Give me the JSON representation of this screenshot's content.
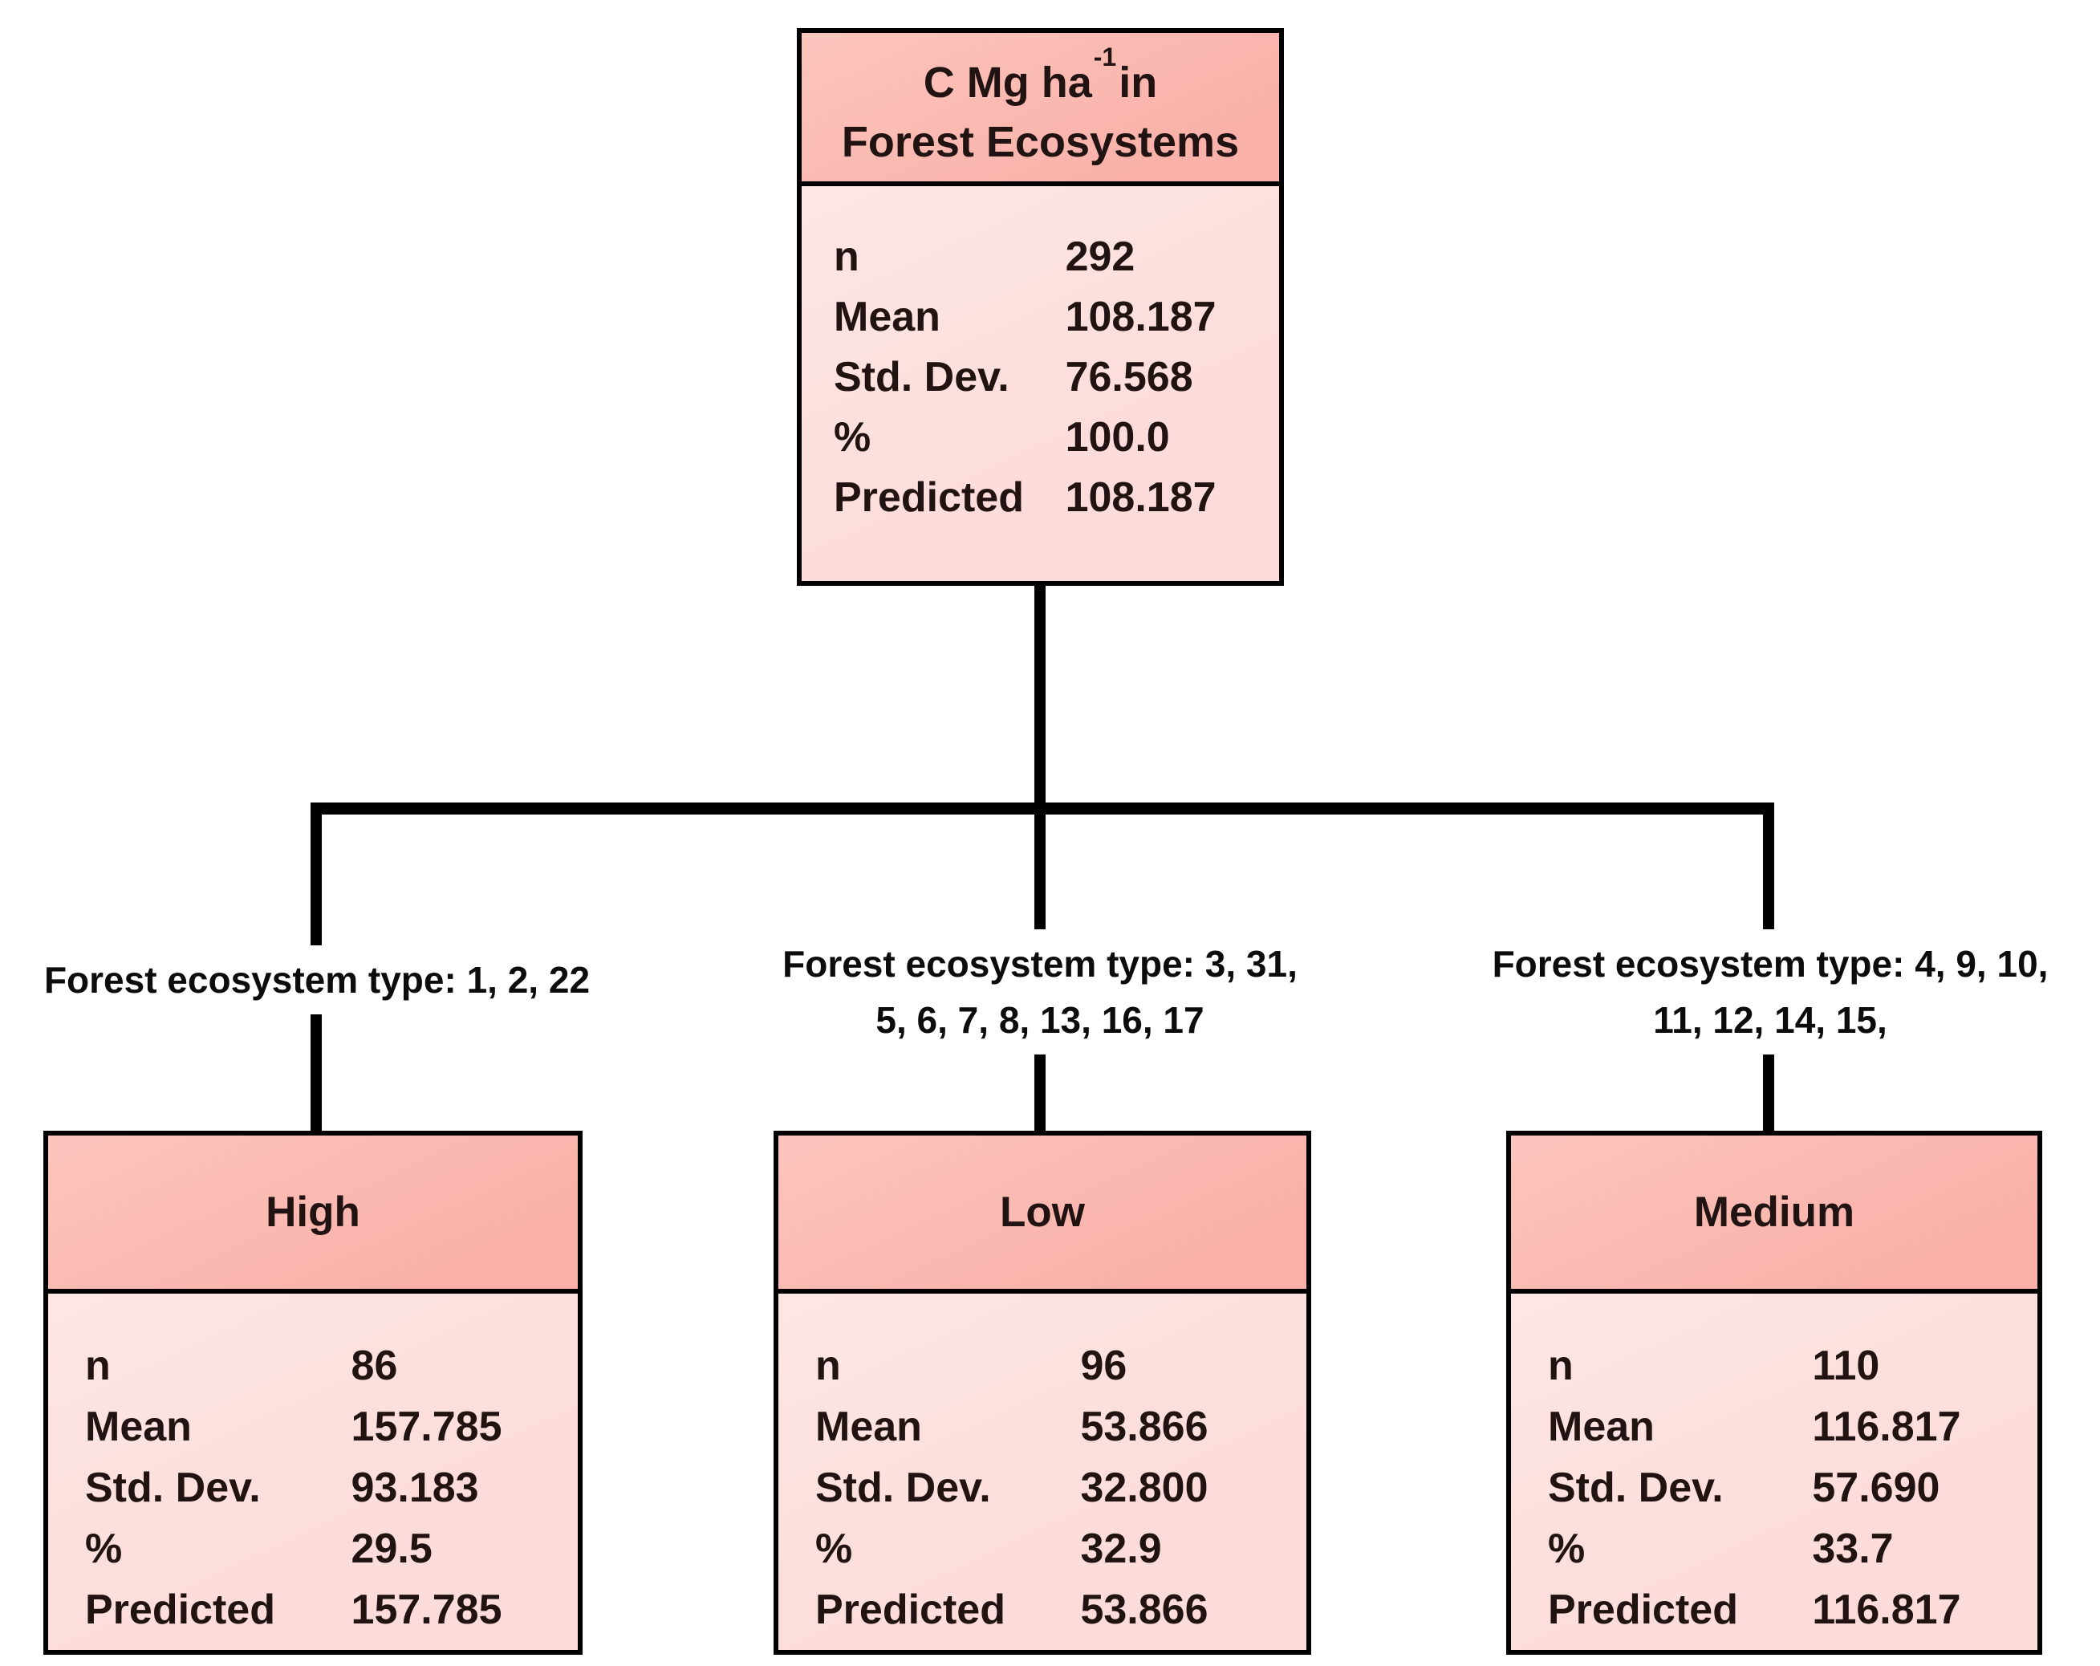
{
  "diagram": {
    "root": {
      "title": {
        "prefix": "C Mg ha",
        "superscript": "-1",
        "suffix": "in",
        "line2": "Forest Ecosystems"
      },
      "rows": [
        {
          "label": "n",
          "value": "292"
        },
        {
          "label": "Mean",
          "value": "108.187"
        },
        {
          "label": "Std. Dev.",
          "value": "76.568"
        },
        {
          "label": "%",
          "value": "100.0"
        },
        {
          "label": "Predicted",
          "value": "108.187"
        }
      ]
    },
    "branches": [
      {
        "line1": "Forest ecosystem type: 1, 2, 22",
        "line2": ""
      },
      {
        "line1": "Forest ecosystem type: 3, 31,",
        "line2": "5, 6, 7, 8, 13, 16, 17"
      },
      {
        "line1": "Forest ecosystem type: 4, 9, 10,",
        "line2": "11, 12, 14, 15,"
      }
    ],
    "children": [
      {
        "title": "High",
        "rows": [
          {
            "label": "n",
            "value": "86"
          },
          {
            "label": "Mean",
            "value": "157.785"
          },
          {
            "label": "Std. Dev.",
            "value": "93.183"
          },
          {
            "label": "%",
            "value": "29.5"
          },
          {
            "label": "Predicted",
            "value": "157.785"
          }
        ]
      },
      {
        "title": "Low",
        "rows": [
          {
            "label": "n",
            "value": "96"
          },
          {
            "label": "Mean",
            "value": "53.866"
          },
          {
            "label": "Std. Dev.",
            "value": "32.800"
          },
          {
            "label": "%",
            "value": "32.9"
          },
          {
            "label": "Predicted",
            "value": "53.866"
          }
        ]
      },
      {
        "title": "Medium",
        "rows": [
          {
            "label": "n",
            "value": "110"
          },
          {
            "label": "Mean",
            "value": "116.817"
          },
          {
            "label": "Std. Dev.",
            "value": "57.690"
          },
          {
            "label": "%",
            "value": "33.7"
          },
          {
            "label": "Predicted",
            "value": "116.817"
          }
        ]
      }
    ]
  },
  "colors": {
    "header_fill": "#f9b1a9",
    "header_fill_light": "#fcc5bd",
    "body_fill": "#fcdcda",
    "body_fill_light": "#fdeae8",
    "border": "#000000",
    "text": "#201312"
  }
}
